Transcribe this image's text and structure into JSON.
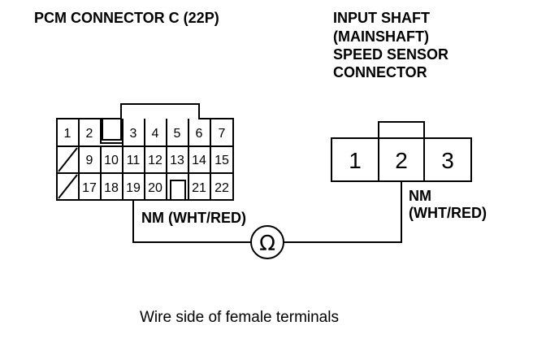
{
  "pcm_connector": {
    "title": "PCM CONNECTOR C (22P)",
    "rows": [
      [
        "1",
        "2",
        "",
        "3",
        "4",
        "5",
        "6",
        "7"
      ],
      [
        "/",
        "9",
        "10",
        "11",
        "12",
        "13",
        "14",
        "15"
      ],
      [
        "/",
        "17",
        "18",
        "19",
        "20",
        "",
        "21",
        "22"
      ]
    ],
    "wire_label": "NM (WHT/RED)"
  },
  "sensor_connector": {
    "title_lines": [
      "INPUT SHAFT",
      "(MAINSHAFT)",
      "SPEED SENSOR",
      "CONNECTOR"
    ],
    "pins": [
      "1",
      "2",
      "3"
    ],
    "wire_label_lines": [
      "NM",
      "(WHT/RED)"
    ]
  },
  "meter_symbol": "Ω",
  "caption": "Wire side of female terminals",
  "colors": {
    "line": "#000000",
    "background": "#ffffff"
  }
}
